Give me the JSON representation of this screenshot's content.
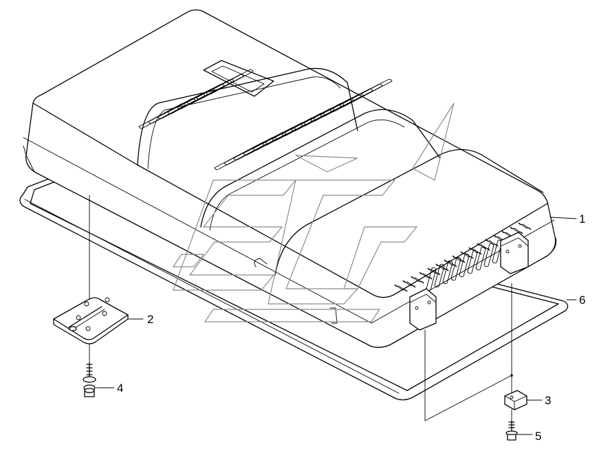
{
  "callouts": {
    "label_1": "1",
    "label_2": "2",
    "label_3": "3",
    "label_4": "4",
    "label_5": "5",
    "label_6": "6"
  },
  "colors": {
    "line": "#000000",
    "watermark": "#8a8a8a",
    "background": "#ffffff"
  }
}
